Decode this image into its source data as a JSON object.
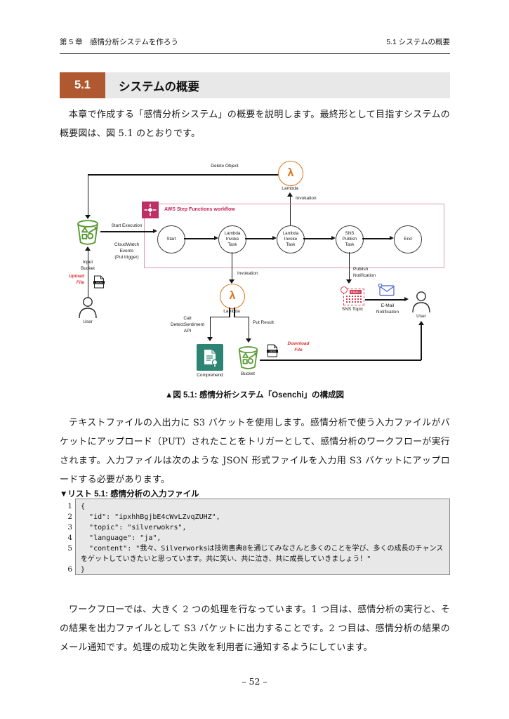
{
  "header": {
    "left": "第 5 章　感情分析システムを作ろう",
    "right": "5.1 システムの概要"
  },
  "section": {
    "number": "5.1",
    "title": "システムの概要"
  },
  "paragraphs": {
    "p1": "本章で作成する「感情分析システム」の概要を説明します。最終形として目指すシステムの概要図は、図 5.1 のとおりです。",
    "p2": "テキストファイルの入出力に S3 バケットを使用します。感情分析で使う入力ファイルがバケットにアップロード（PUT）されたことをトリガーとして、感情分析のワークフローが実行されます。入力ファイルは次のような JSON 形式ファイルを入力用 S3 バケットにアップロードする必要があります。",
    "p3": "ワークフローでは、大きく 2 つの処理を行なっています。1 つ目は、感情分析の実行と、その結果を出力ファイルとして S3 バケットに出力することです。2 つ目は、感情分析の結果のメール通知です。処理の成功と失敗を利用者に通知するようにしています。"
  },
  "figure": {
    "caption": "▲図 5.1: 感情分析システム「Osenchi」の構成図"
  },
  "diagram": {
    "workflow_title": "AWS Step Functions workflow",
    "icons": {
      "lambda": "λ",
      "email_badge": "EMAIL",
      "json_file": "JSON"
    },
    "nodes": {
      "start": "Start",
      "lambda_invoke_task": "Lambda\nInvoke\nTask",
      "sns_publish_task": "SNS\nPublish\nTask",
      "end": "End",
      "lambda_top": "Lambda",
      "lambda_bottom": "Lambda",
      "input_bucket": "Input\nBucket",
      "output_bucket": "Bucket",
      "comprehend": "Comprehend",
      "sns_topic": "SNS Topic",
      "user_left": "User",
      "user_right": "User"
    },
    "edges": {
      "delete_object": "Delete Object",
      "invokation_top": "Invokation",
      "invokation_mid": "Invokation",
      "start_execution": "Start Execution",
      "cloudwatch_events": "CloudWatch\nEvents\n(Put trigger)",
      "upload_file": "Upload\nFile",
      "call_detectsentiment": "Call\nDetectSentiment\nAPI",
      "put_result": "Put Result",
      "download_file": "Download\nFile",
      "publish_notification": "Publish\nNotification",
      "email_notification": "E-Mail\nNotification"
    },
    "colors": {
      "lambda_orange": "#D9731A",
      "bucket_green": "#569A31",
      "stepfunctions_pink": "#BE2F63",
      "workflow_border": "#DE9AAE",
      "workflow_title_pink": "#C2255C",
      "comprehend_teal": "#2D8473",
      "sns_red": "#CF3A52",
      "email_blue": "#4B63D6",
      "action_red": "#DD3333",
      "section_box_orange": "#B0582F",
      "section_bar_gray": "#E8E8E8",
      "code_bg_gray": "#E8E8E8"
    }
  },
  "listing": {
    "caption": "▼リスト 5.1: 感情分析の入力ファイル",
    "lines": [
      {
        "no": "1",
        "code": "{"
      },
      {
        "no": "2",
        "code": "  \"id\": \"ipxhhBgjbE4cWvLZvqZUHZ\","
      },
      {
        "no": "3",
        "code": "  \"topic\": \"silverwokrs\","
      },
      {
        "no": "4",
        "code": "  \"language\": \"ja\","
      },
      {
        "no": "5",
        "code": "  \"content\": \"我々、Silverworksは技術書典8を通じてみなさんと多くのことを学び、多くの成長のチャンスをゲットしていきたいと思っています。共に笑い、共に泣き、共に成長していきましょう！\""
      },
      {
        "no": "6",
        "code": "}"
      }
    ]
  },
  "footer": {
    "page_number": "– 52 –"
  }
}
